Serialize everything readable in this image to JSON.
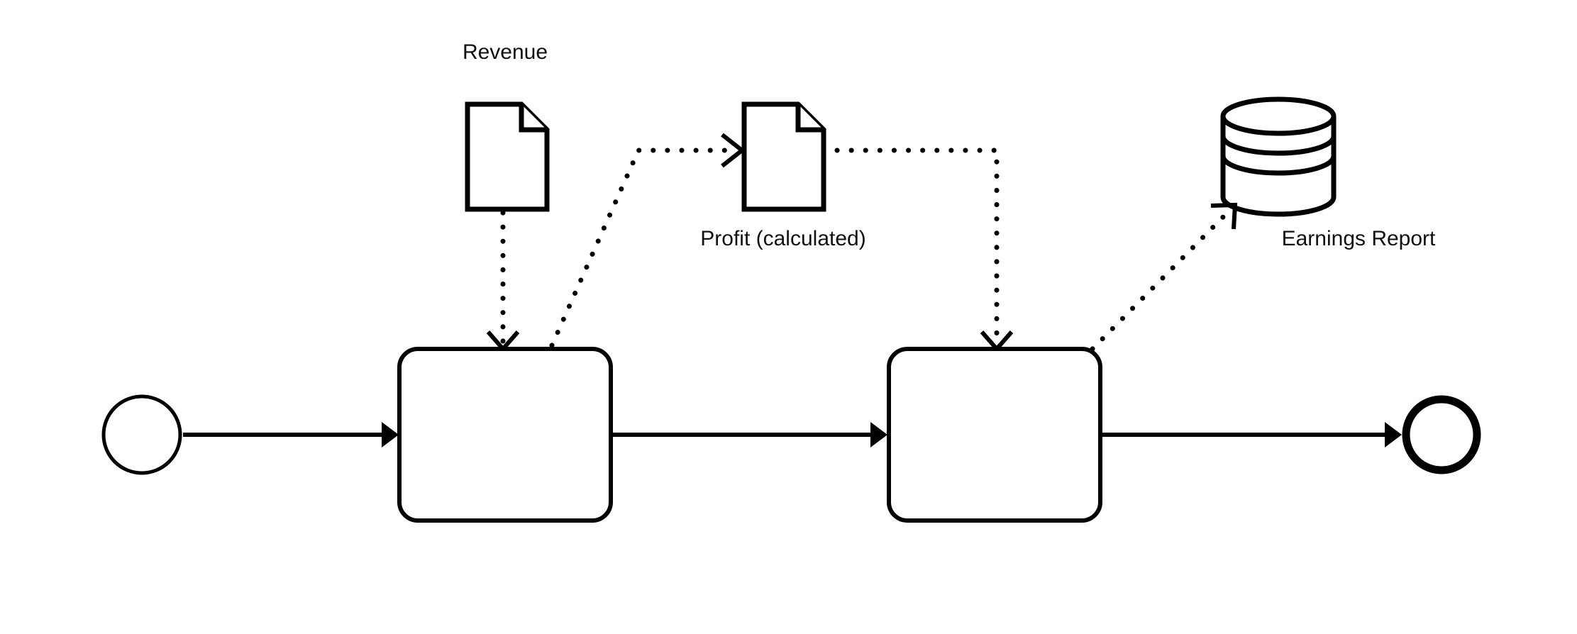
{
  "diagram": {
    "type": "bpmn-process",
    "title": "",
    "background_color": "#ffffff",
    "stroke_color": "#000000",
    "nodes": {
      "start_event": {
        "kind": "start-event",
        "label": "",
        "shape": "circle-thin"
      },
      "task_one": {
        "kind": "task",
        "label": "",
        "shape": "rounded-rectangle"
      },
      "task_two": {
        "kind": "task",
        "label": "",
        "shape": "rounded-rectangle"
      },
      "end_event": {
        "kind": "end-event",
        "label": "",
        "shape": "circle-thick"
      },
      "data_object_revenue": {
        "kind": "data-object",
        "label": "Revenue",
        "shape": "document-folded-corner"
      },
      "data_object_profit": {
        "kind": "data-object",
        "label": "Profit (calculated)",
        "shape": "document-folded-corner"
      },
      "data_store_earnings": {
        "kind": "data-store",
        "label": "Earnings Report",
        "shape": "cylinder"
      }
    },
    "edges": [
      {
        "name": "start-to-task-one",
        "kind": "sequence-flow",
        "style": "solid",
        "arrowhead": "filled-triangle",
        "label": ""
      },
      {
        "name": "task-one-to-task-two",
        "kind": "sequence-flow",
        "style": "solid",
        "arrowhead": "filled-triangle",
        "label": ""
      },
      {
        "name": "task-two-to-end",
        "kind": "sequence-flow",
        "style": "solid",
        "arrowhead": "filled-triangle",
        "label": ""
      },
      {
        "name": "revenue-to-task-one",
        "kind": "data-association",
        "style": "dotted",
        "arrowhead": "open-v",
        "label": ""
      },
      {
        "name": "task-one-to-profit",
        "kind": "data-association",
        "style": "dotted",
        "arrowhead": "open-v",
        "label": ""
      },
      {
        "name": "profit-to-task-two",
        "kind": "data-association",
        "style": "dotted",
        "arrowhead": "open-v",
        "label": ""
      },
      {
        "name": "task-two-to-earnings-report",
        "kind": "data-association",
        "style": "dotted",
        "arrowhead": "open-v",
        "label": ""
      }
    ]
  }
}
